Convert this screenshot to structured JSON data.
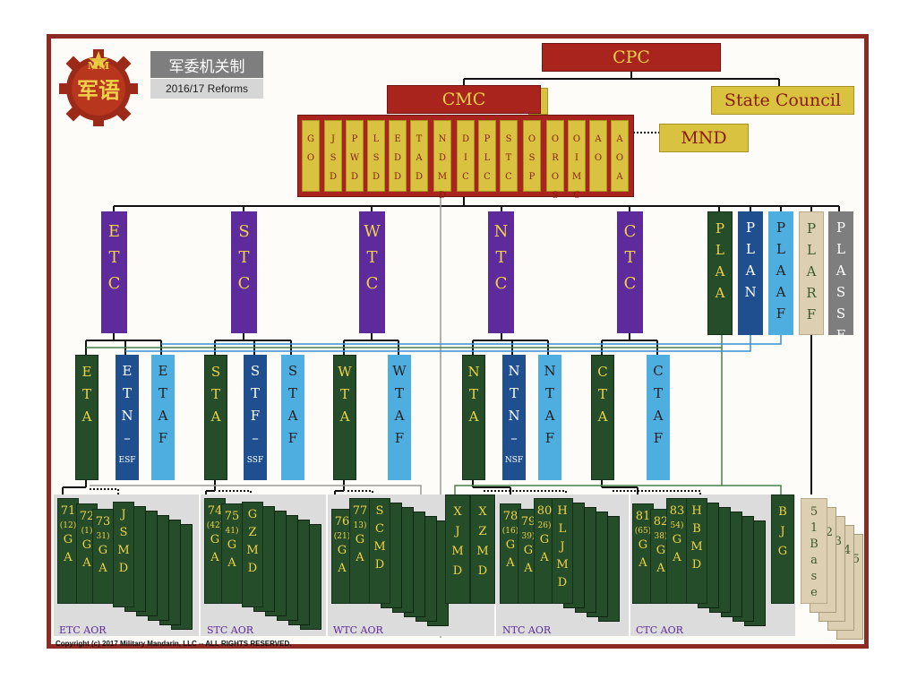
{
  "header": {
    "logo_text_top": "MM",
    "logo_text_main": "军语",
    "title_cn": "军委机关制",
    "subtitle": "2016/17 Reforms"
  },
  "top": {
    "cpc": "CPC",
    "cmc": "CMC",
    "state_council": "State Council",
    "mnd": "MND"
  },
  "cmc_departments": [
    [
      "G",
      "O"
    ],
    [
      "J",
      "S",
      "D"
    ],
    [
      "P",
      "W",
      "D"
    ],
    [
      "L",
      "S",
      "D"
    ],
    [
      "E",
      "D",
      "D"
    ],
    [
      "T",
      "A",
      "D"
    ],
    [
      "N",
      "D",
      "M",
      "D"
    ],
    [
      "D",
      "I",
      "C"
    ],
    [
      "P",
      "L",
      "C"
    ],
    [
      "S",
      "T",
      "C"
    ],
    [
      "O",
      "S",
      "P"
    ],
    [
      "O",
      "R",
      "O",
      "S"
    ],
    [
      "O",
      "I",
      "M",
      "C"
    ],
    [
      "A",
      "O"
    ],
    [
      "A",
      "O",
      "A"
    ]
  ],
  "theater_commands": [
    [
      "E",
      "T",
      "C"
    ],
    [
      "S",
      "T",
      "C"
    ],
    [
      "W",
      "T",
      "C"
    ],
    [
      "N",
      "T",
      "C"
    ],
    [
      "C",
      "T",
      "C"
    ]
  ],
  "services": [
    [
      "P",
      "L",
      "A",
      "A"
    ],
    [
      "P",
      "L",
      "A",
      "N"
    ],
    [
      "P",
      "L",
      "A",
      "A",
      "F"
    ],
    [
      "P",
      "L",
      "A",
      "R",
      "F"
    ],
    [
      "P",
      "L",
      "A",
      "S",
      "S",
      "F"
    ]
  ],
  "components": [
    {
      "letters": [
        "E",
        "T",
        "A"
      ],
      "sub": ""
    },
    {
      "letters": [
        "E",
        "T",
        "N",
        "–"
      ],
      "sub": "ESF"
    },
    {
      "letters": [
        "E",
        "T",
        "A",
        "F"
      ],
      "sub": ""
    },
    {
      "letters": [
        "S",
        "T",
        "A"
      ],
      "sub": ""
    },
    {
      "letters": [
        "S",
        "T",
        "F",
        "–"
      ],
      "sub": "SSF"
    },
    {
      "letters": [
        "S",
        "T",
        "A",
        "F"
      ],
      "sub": ""
    },
    {
      "letters": [
        "W",
        "T",
        "A"
      ],
      "sub": ""
    },
    {
      "letters": [
        "W",
        "T",
        "A",
        "F"
      ],
      "sub": ""
    },
    {
      "letters": [
        "N",
        "T",
        "A"
      ],
      "sub": ""
    },
    {
      "letters": [
        "N",
        "T",
        "N",
        "–"
      ],
      "sub": "NSF"
    },
    {
      "letters": [
        "N",
        "T",
        "A",
        "F"
      ],
      "sub": ""
    },
    {
      "letters": [
        "C",
        "T",
        "A"
      ],
      "sub": ""
    },
    {
      "letters": [
        "C",
        "T",
        "A",
        "F"
      ],
      "sub": ""
    }
  ],
  "group_armies": [
    {
      "num": "71",
      "sub": "(12)"
    },
    {
      "num": "72",
      "sub": "(1)"
    },
    {
      "num": "73",
      "sub": "31)"
    },
    {
      "num": "74",
      "sub": "(42)"
    },
    {
      "num": "75",
      "sub": "41)"
    },
    {
      "num": "76",
      "sub": "(21)"
    },
    {
      "num": "77",
      "sub": "13)"
    },
    {
      "num": "78",
      "sub": "(16)"
    },
    {
      "num": "79",
      "sub": "39)"
    },
    {
      "num": "80",
      "sub": "26)"
    },
    {
      "num": "81",
      "sub": "(65)"
    },
    {
      "num": "82",
      "sub": "38)"
    },
    {
      "num": "83",
      "sub": "54)"
    }
  ],
  "district_stacks": [
    [
      "J",
      "S",
      "M",
      "D"
    ],
    [
      "G",
      "Z",
      "M",
      "D"
    ],
    [
      "S",
      "C",
      "M",
      "D"
    ],
    [
      "H",
      "L",
      "J",
      "M",
      "D"
    ],
    [
      "H",
      "B",
      "M",
      "D"
    ]
  ],
  "singles": [
    [
      "X",
      "J",
      "M",
      "D"
    ],
    [
      "X",
      "Z",
      "M",
      "D"
    ],
    [
      "B",
      "J",
      "G"
    ]
  ],
  "aor_labels": [
    "ETC  AOR",
    "STC  AOR",
    "WTC  AOR",
    "NTC  AOR",
    "CTC  AOR"
  ],
  "base": {
    "letters": [
      "5",
      "1",
      "B",
      "a",
      "s",
      "e"
    ],
    "stack_digits": [
      "2",
      "3",
      "4",
      "5"
    ]
  },
  "copyright": "Copyright (c) 2017 Military Mandarin, LLC -- ALL RIGHTS RESERVED.",
  "colors": {
    "frame": "#8d2a23",
    "red": "#a8241d",
    "gold": "#d8c23f",
    "purple": "#5d2b9c",
    "dark_green": "#254d29",
    "dark_blue": "#1f4f8f",
    "light_blue": "#4eaee0",
    "tan": "#ddd0b2",
    "gray": "#7e7e7e"
  }
}
